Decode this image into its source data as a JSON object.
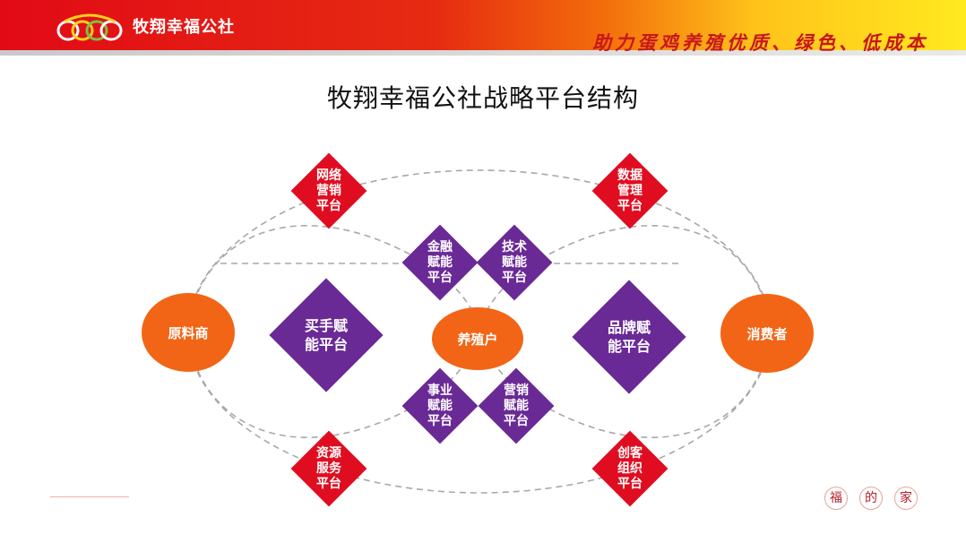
{
  "header": {
    "brand": "牧翔幸福公社",
    "slogan": "助力蛋鸡养殖优质、绿色、低成本"
  },
  "title": "牧翔幸福公社战略平台结构",
  "nodes": {
    "supplier": "原料商",
    "farmer": "养殖户",
    "consumer": "消费者",
    "network_marketing": "网络\n营销\n平台",
    "data_management": "数据\n管理\n平台",
    "resource_service": "资源\n服务\n平台",
    "startup_org": "创客\n组织\n平台",
    "finance": "金融\n赋能\n平台",
    "tech": "技术\n赋能\n平台",
    "career": "事业\n赋能\n平台",
    "marketing": "营销\n赋能\n平台",
    "buyer": "买手赋\n能平台",
    "brand": "品牌赋\n能平台"
  },
  "footer": {
    "seal_chars": [
      "福",
      "的",
      "家"
    ]
  },
  "colors": {
    "header_red": "#e20a16",
    "header_yellow": "#ffea1f",
    "orange_node": "#f26516",
    "red_node": "#e00d21",
    "purple_node": "#6a2a96",
    "slogan_red": "#c8181c"
  }
}
